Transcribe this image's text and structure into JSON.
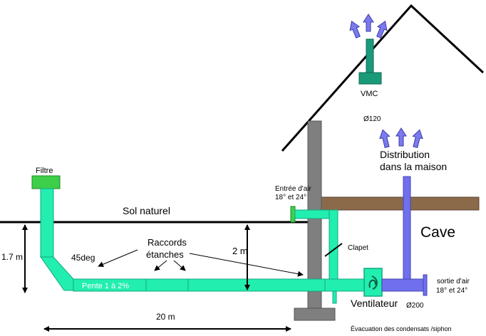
{
  "labels": {
    "filtre": "Filtre",
    "sol_naturel": "Sol naturel",
    "depth_left": "1.7 m",
    "angle": "45deg",
    "raccords_1": "Raccords",
    "raccords_2": "étanches",
    "depth_right": "2 m",
    "pente": "Pente 1 à 2%",
    "length": "20 m",
    "evacuation": "Évacuation des condensats /siphon",
    "ventilateur": "Ventilateur",
    "d200": "Ø200",
    "sortie_1": "sortie d'air",
    "sortie_2": "18° et 24°",
    "cave": "Cave",
    "clapet": "Clapet",
    "entree_1": "Entrée d'air",
    "entree_2": "18° et 24°",
    "distribution_1": "Distribution",
    "distribution_2": "dans la maison",
    "d120": "Ø120",
    "vmc": "VMC"
  },
  "colors": {
    "pipe": "#22eeb0",
    "pipe_dark": "#12a880",
    "filter": "#3ecf4a",
    "wall": "#7f7f7f",
    "beam": "#8b6a4a",
    "distribution": "#7070ee",
    "arrow_fill": "#7b7bee",
    "vmc": "#1a9a78"
  }
}
